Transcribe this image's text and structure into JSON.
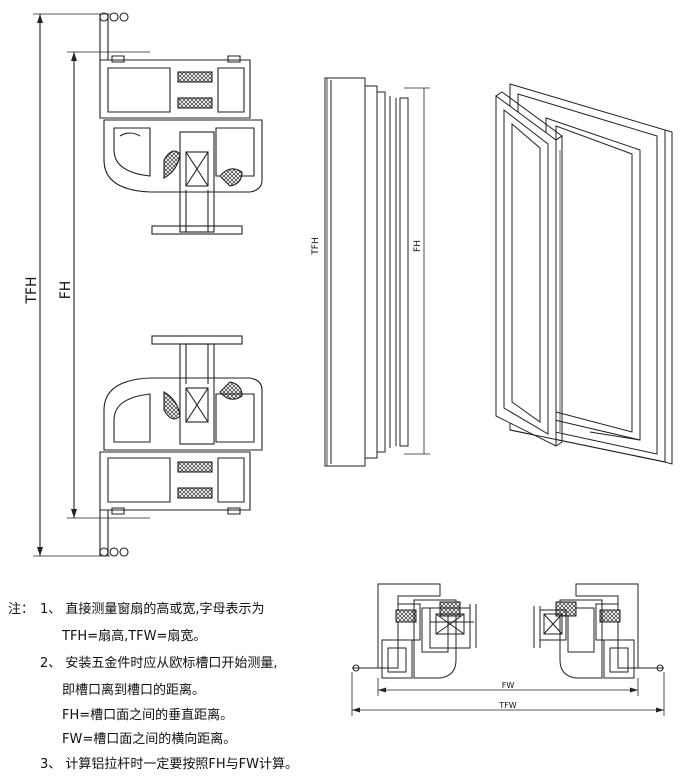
{
  "diagram": {
    "labels": {
      "tfh_main": "TFH",
      "fh_main": "FH",
      "tfh_side": "TFH",
      "fh_side": "FH",
      "fw": "FW",
      "tfw": "TFW"
    }
  },
  "notes": {
    "prefix": "注：",
    "lines": [
      "1、 直接测量窗扇的高或宽,字母表示为",
      "TFH=扇高,TFW=扇宽。",
      "2、 安装五金件时应从欧标槽口开始测量,",
      "即槽口离到槽口的距离。",
      "FH=槽口面之间的垂直距离。",
      "FW=槽口面之间的横向距离。",
      "3、 计算铝拉杆时一定要按照FH与FW计算。"
    ]
  }
}
